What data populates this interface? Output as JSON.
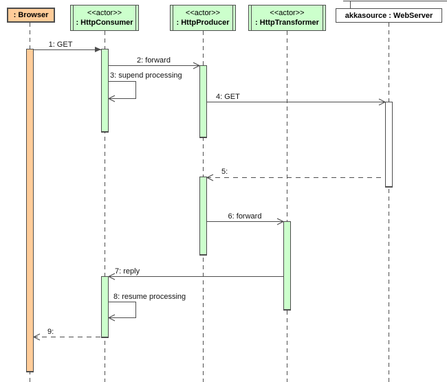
{
  "participants": [
    {
      "name": ": Browser",
      "fill": "#FFCC99"
    },
    {
      "stereotype": "<<actor>>",
      "name": ": HttpConsumer",
      "fill": "#CCFFCC"
    },
    {
      "stereotype": "<<actor>>",
      "name": ": HttpProducer",
      "fill": "#CCFFCC"
    },
    {
      "stereotype": "<<actor>>",
      "name": ": HttpTransformer",
      "fill": "#CCFFCC"
    },
    {
      "name": "akkasource : WebServer",
      "fill": "#FFFFFF"
    }
  ],
  "messages": [
    {
      "label": "1: GET",
      "from": ": Browser",
      "to": ": HttpConsumer",
      "line": "solid",
      "arrow": "filled"
    },
    {
      "label": "2: forward",
      "from": ": HttpConsumer",
      "to": ": HttpProducer",
      "line": "solid",
      "arrow": "open"
    },
    {
      "label": "3: supend processing",
      "from": ": HttpConsumer",
      "to": ": HttpConsumer",
      "line": "solid",
      "arrow": "open",
      "self_message": true
    },
    {
      "label": "4: GET",
      "from": ": HttpProducer",
      "to": "akkasource : WebServer",
      "line": "solid",
      "arrow": "open"
    },
    {
      "label": "5:",
      "from": "akkasource : WebServer",
      "to": ": HttpProducer",
      "line": "dashed",
      "arrow": "open"
    },
    {
      "label": "6: forward",
      "from": ": HttpProducer",
      "to": ": HttpTransformer",
      "line": "solid",
      "arrow": "open"
    },
    {
      "label": "7: reply",
      "from": ": HttpTransformer",
      "to": ": HttpConsumer",
      "line": "solid",
      "arrow": "open"
    },
    {
      "label": "8: resume processing",
      "from": ": HttpConsumer",
      "to": ": HttpConsumer",
      "line": "solid",
      "arrow": "open",
      "self_message": true
    },
    {
      "label": "9:",
      "from": ": HttpConsumer",
      "to": ": Browser",
      "line": "dashed",
      "arrow": "open"
    }
  ],
  "colors": {
    "actor_fill": "#CCFFCC",
    "browser_fill": "#FFCC99",
    "webserver_fill": "#FFFFFF",
    "line": "#4D4D4D",
    "text": "#000000",
    "background": "#FFFFFF"
  }
}
